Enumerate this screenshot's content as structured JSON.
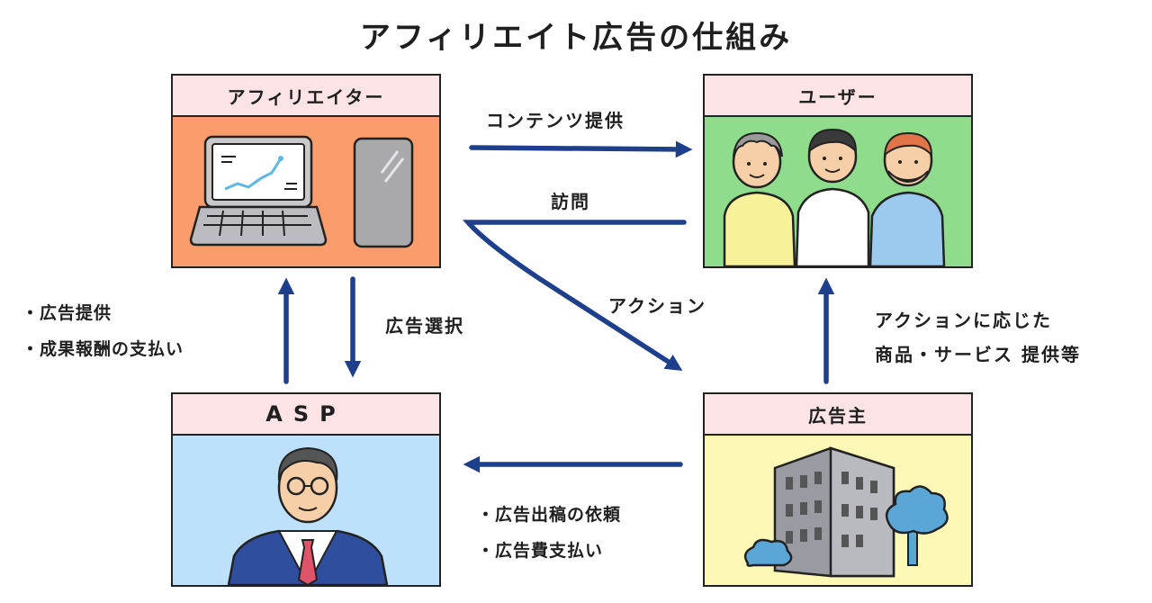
{
  "title": "アフィリエイト広告の仕組み",
  "boxes": {
    "affiliater": "アフィリエイター",
    "user": "ユーザー",
    "asp": "ASP",
    "advertiser": "広告主"
  },
  "labels": {
    "content": "コンテンツ提供",
    "visit": "訪問",
    "action": "アクション",
    "ad_select": "広告選択",
    "response_line1": "アクションに応じた",
    "response_line2": "商品・サービス 提供等"
  },
  "asp_to_affiliater": [
    "広告提供",
    "成果報酬の支払い"
  ],
  "advertiser_to_asp": [
    "広告出稿の依頼",
    "広告費支払い"
  ],
  "colors": {
    "header": "#fce3e5",
    "affiliater_bg": "#fa9c6c",
    "user_bg": "#8fdc8c",
    "asp_bg": "#bde0fb",
    "advertiser_bg": "#fdf8b6",
    "arrow": "#1e3f8c"
  }
}
